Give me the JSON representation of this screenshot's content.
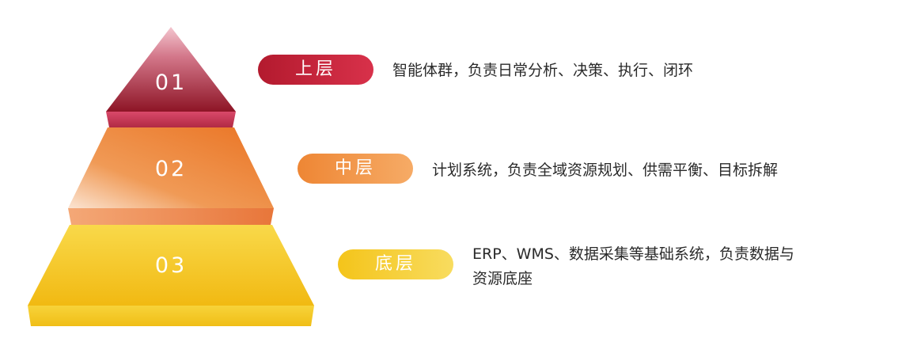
{
  "layers": [
    {
      "number": "01",
      "label": "上层",
      "desc_lines": [
        "智能体群，负责日常分析、决策、执行、闭环"
      ]
    },
    {
      "number": "02",
      "label": "中层",
      "desc_lines": [
        "计划系统，负责全域资源规划、供需平衡、目标拆解"
      ]
    },
    {
      "number": "03",
      "label": "底层",
      "desc_lines": [
        "ERP、WMS、数据采集等基础系统，负责数据与",
        "资源底座"
      ]
    }
  ],
  "colors": {
    "top": "#a8203a",
    "middle": "#ee7f2e",
    "bottom": "#f2c418"
  }
}
